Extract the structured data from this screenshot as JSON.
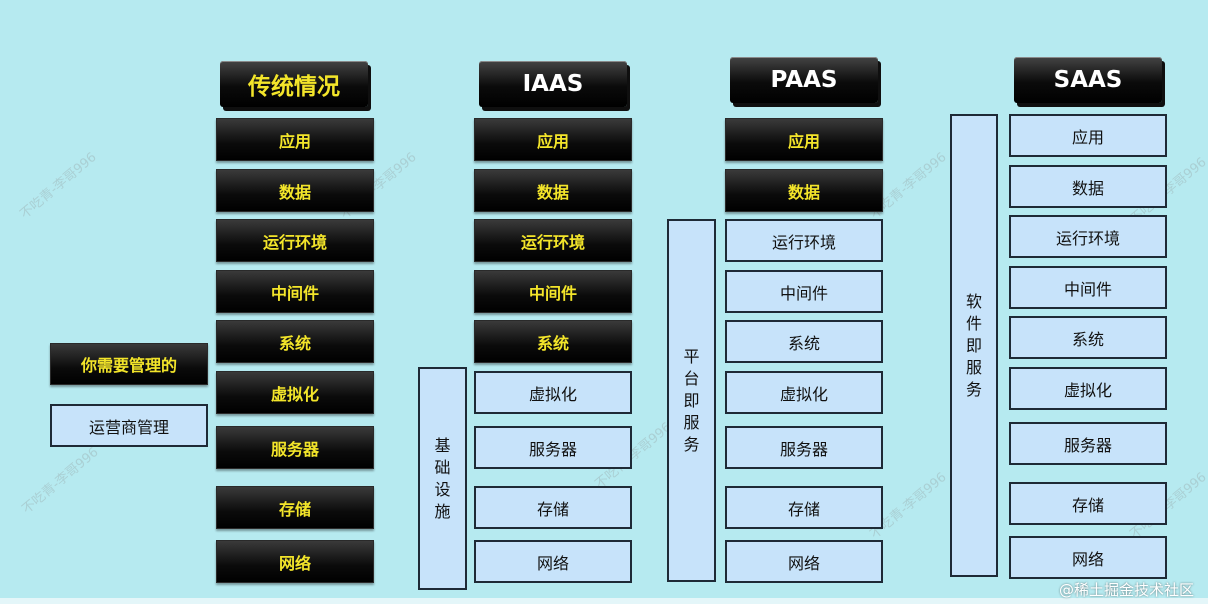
{
  "columns": {
    "traditional": {
      "header": "传统情况",
      "rows": [
        "应用",
        "数据",
        "运行环境",
        "中间件",
        "系统",
        "虚拟化",
        "服务器",
        "存储",
        "网络"
      ]
    },
    "iaas": {
      "header": "IAAS",
      "rows": [
        "应用",
        "数据",
        "运行环境",
        "中间件",
        "系统",
        "虚拟化",
        "服务器",
        "存储",
        "网络"
      ],
      "bracket_label": "基础设施"
    },
    "paas": {
      "header": "PAAS",
      "rows": [
        "应用",
        "数据",
        "运行环境",
        "中间件",
        "系统",
        "虚拟化",
        "服务器",
        "存储",
        "网络"
      ],
      "bracket_label": "平台即服务"
    },
    "saas": {
      "header": "SAAS",
      "rows": [
        "应用",
        "数据",
        "运行环境",
        "中间件",
        "系统",
        "虚拟化",
        "服务器",
        "存储",
        "网络"
      ],
      "bracket_label": "软件即服务"
    }
  },
  "legend": {
    "you_manage": "你需要管理的",
    "provider_manage": "运营商管理"
  },
  "watermark": "@稀土掘金技术社区",
  "faint_watermark": "不吃青-李哥996",
  "colors": {
    "background": "#b6eaf0",
    "managed_by_you": "#000000",
    "managed_by_provider": "#c7e3fa",
    "highlight_text": "#f3e52a"
  }
}
